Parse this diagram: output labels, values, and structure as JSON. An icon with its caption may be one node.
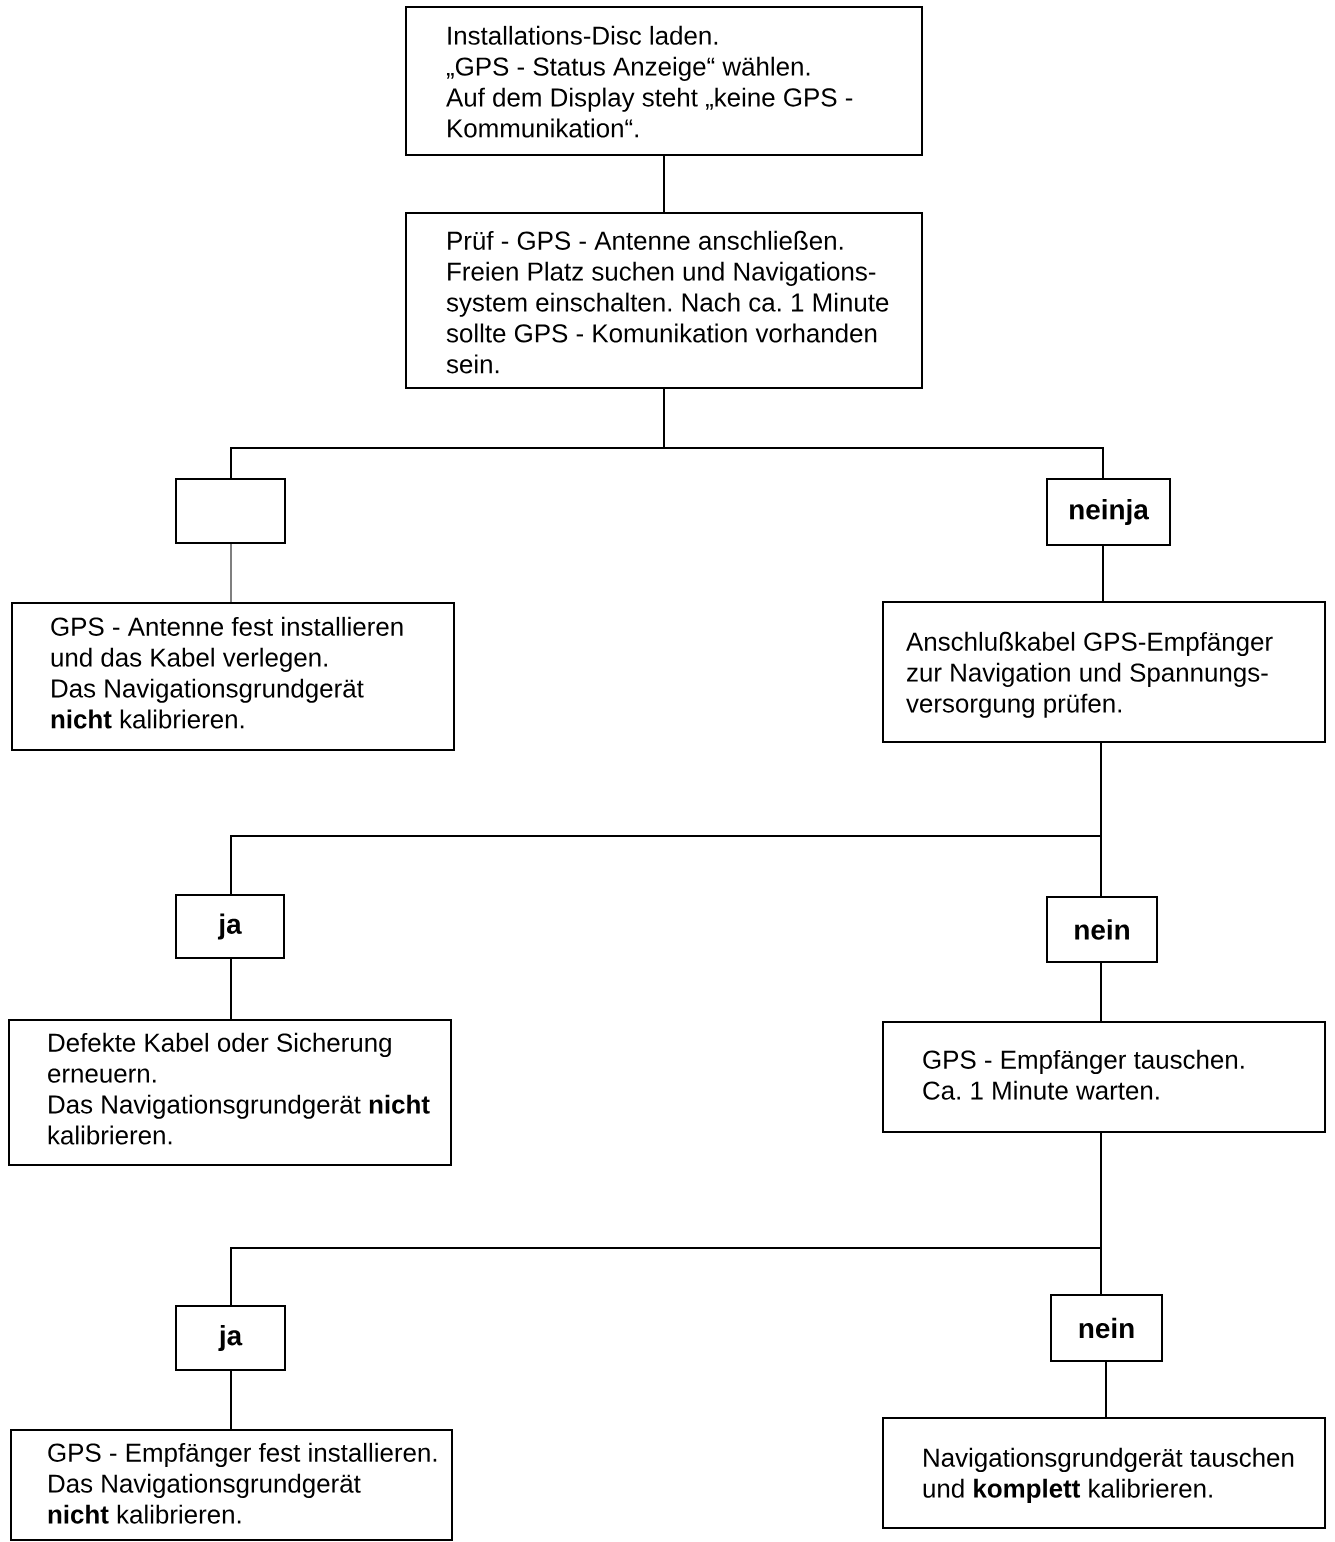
{
  "diagram": {
    "nodes": [
      {
        "text": [
          "Installations-Disc laden.",
          "„GPS - Status Anzeige“ wählen.",
          "Auf dem Display steht „keine GPS - Kommunikation“."
        ]
      },
      {
        "text": [
          "Prüf - GPS - Antenne anschließen. Freien Platz suchen und Navigations- system einschalten. Nach ca. 1 Minute sollte GPS - Komunikation vorhanden sein."
        ]
      },
      {
        "text": [],
        "shape": "box"
      },
      {
        "text": [
          "neinja"
        ]
      },
      {
        "text": [
          "GPS - Antenne fest installieren und das Kabel verlegen.",
          "Das Navigationsgrundgerät **nicht** kalibrieren."
        ]
      },
      {
        "text": [
          "Anschlußkabel GPS-Empfänger zur Navigation und Spannungs- versorgung prüfen."
        ]
      },
      {
        "text": [
          "ja"
        ]
      },
      {
        "text": [
          "nein"
        ]
      },
      {
        "text": [
          "Defekte Kabel oder Sicherung erneuern.",
          "Das Navigationsgrundgerät **nicht** kalibrieren."
        ]
      },
      {
        "text": [
          "GPS - Empfänger tauschen. Ca. 1 Minute warten."
        ]
      },
      {
        "text": [
          "ja"
        ]
      },
      {
        "text": [
          "nein"
        ]
      },
      {
        "text": [
          "GPS - Empfänger fest installieren.",
          "Das Navigationsgrundgerät **nicht** kalibrieren."
        ]
      },
      {
        "text": [
          "Navigationsgrundgerät tauschen und **komplett** kalibrieren."
        ]
      }
    ],
    "edges": [
      {
        "from": 0,
        "to": 1,
        "arrow": "none"
      },
      {
        "from": 1,
        "to": 2,
        "arrow": "none"
      },
      {
        "from": 1,
        "to": 3,
        "arrow": "none"
      },
      {
        "from": 2,
        "to": 4,
        "arrow": "none"
      },
      {
        "from": 3,
        "to": 5,
        "arrow": "none"
      },
      {
        "from": 5,
        "to": 6,
        "arrow": "none"
      },
      {
        "from": 5,
        "to": 7,
        "arrow": "none"
      },
      {
        "from": 6,
        "to": 8,
        "arrow": "none"
      },
      {
        "from": 7,
        "to": 9,
        "arrow": "none"
      },
      {
        "from": 9,
        "to": 10,
        "arrow": "none"
      },
      {
        "from": 9,
        "to": 11,
        "arrow": "none"
      },
      {
        "from": 10,
        "to": 12,
        "arrow": "none"
      },
      {
        "from": 11,
        "to": 13,
        "arrow": "none"
      }
    ]
  }
}
